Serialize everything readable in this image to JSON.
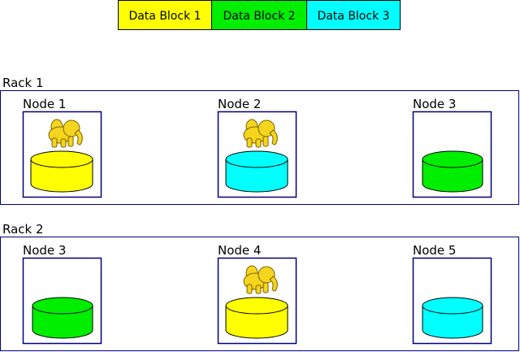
{
  "legend": [
    {
      "label": "Data Block 1",
      "color": "#ffff00"
    },
    {
      "label": "Data Block 2",
      "color": "#00ee00"
    },
    {
      "label": "Data Block 3",
      "color": "#00ffff"
    }
  ],
  "colors": {
    "rack_border": "#000080",
    "node_border": "#000080",
    "elephant": "#f5d51e"
  },
  "racks": [
    {
      "label": "Rack 1",
      "nodes": [
        {
          "label": "Node 1",
          "block_color": "#ffff00",
          "icon": "hadoop-elephant-icon",
          "has_icon": true
        },
        {
          "label": "Node 2",
          "block_color": "#00ffff",
          "icon": "hadoop-elephant-icon",
          "has_icon": true
        },
        {
          "label": "Node 3",
          "block_color": "#00ee00",
          "icon": "",
          "has_icon": false
        }
      ]
    },
    {
      "label": "Rack 2",
      "nodes": [
        {
          "label": "Node 3",
          "block_color": "#00ee00",
          "icon": "",
          "has_icon": false
        },
        {
          "label": "Node 4",
          "block_color": "#ffff00",
          "icon": "hadoop-elephant-icon",
          "has_icon": true
        },
        {
          "label": "Node 5",
          "block_color": "#00ffff",
          "icon": "",
          "has_icon": false
        }
      ]
    }
  ]
}
